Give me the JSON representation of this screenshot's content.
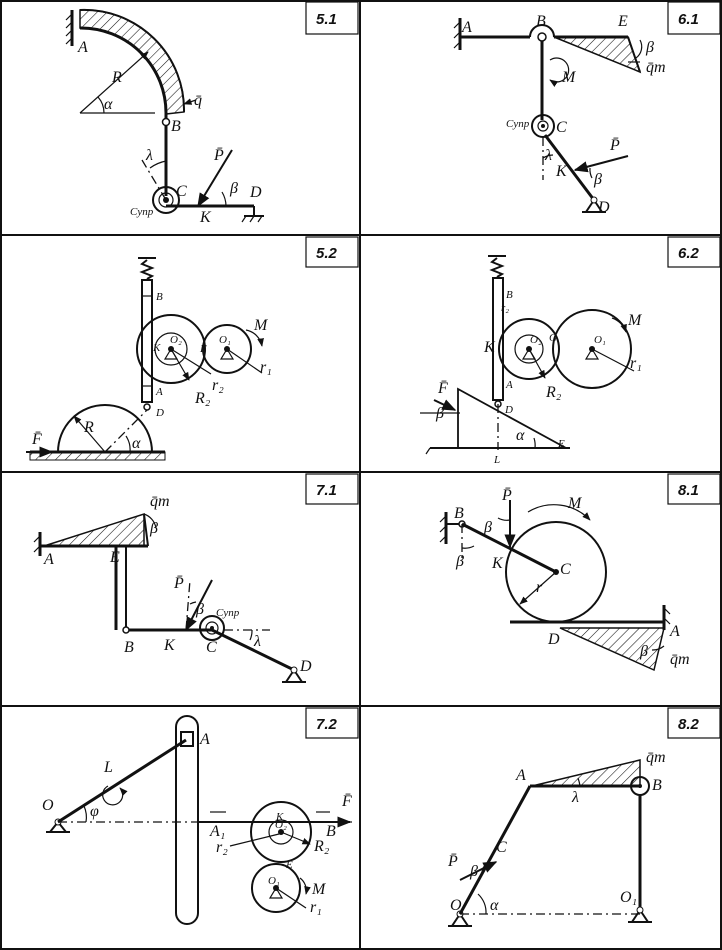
{
  "panels": [
    {
      "id": "5.1",
      "labels": {
        "A": "A",
        "B": "B",
        "C": "C",
        "D": "D",
        "K": "K",
        "R": "R",
        "alpha": "α",
        "lambda": "λ",
        "beta": "β",
        "q": "q̄",
        "P": "P̄",
        "Cupr": "Cупр"
      }
    },
    {
      "id": "6.1",
      "labels": {
        "A": "A",
        "B": "B",
        "E": "E",
        "C": "C",
        "D": "D",
        "K": "K",
        "M": "M",
        "P": "P̄",
        "beta": "β",
        "lambda": "λ",
        "qm": "q̄m",
        "Cupr": "Cупр"
      }
    },
    {
      "id": "5.2",
      "labels": {
        "B": "B",
        "E": "E",
        "K": "K",
        "A": "A",
        "D": "D",
        "O1": "O₁",
        "O2": "O₂",
        "M": "M",
        "r1": "r₁",
        "r2": "r₂",
        "R2": "R₂",
        "R": "R",
        "alpha": "α",
        "F": "F̄"
      }
    },
    {
      "id": "6.2",
      "labels": {
        "B": "B",
        "K": "K",
        "A": "A",
        "D": "D",
        "E": "E",
        "G": "G",
        "L": "L",
        "O1": "O₁",
        "O2": "O₂",
        "M": "M",
        "r1": "r₁",
        "r2": "r₂",
        "R2": "R₂",
        "F": "F̄",
        "beta": "β",
        "alpha": "α"
      }
    },
    {
      "id": "7.1",
      "labels": {
        "A": "A",
        "E": "E",
        "B": "B",
        "K": "K",
        "C": "C",
        "D": "D",
        "P": "P̄",
        "beta": "β",
        "beta2": "β",
        "lambda": "λ",
        "qm": "q̄m",
        "Cupr": "Cупр"
      }
    },
    {
      "id": "8.1",
      "labels": {
        "B": "B",
        "K": "K",
        "C": "C",
        "D": "D",
        "A": "A",
        "M": "M",
        "P": "P̄",
        "r": "r",
        "beta": "β",
        "beta2": "β",
        "beta3": "β",
        "qm": "q̄m"
      }
    },
    {
      "id": "7.2",
      "labels": {
        "O": "O",
        "A": "A",
        "A1": "A₁",
        "B": "B",
        "K": "K",
        "E": "E",
        "L": "L",
        "O1": "O₁",
        "O2": "O₂",
        "M": "M",
        "r1": "r₁",
        "r2": "r₂",
        "R2": "R₂",
        "F": "F̄",
        "phi": "φ"
      }
    },
    {
      "id": "8.2",
      "labels": {
        "O": "O",
        "O1": "O₁",
        "A": "A",
        "B": "B",
        "C": "C",
        "P": "P̄",
        "alpha": "α",
        "beta": "β",
        "lambda": "λ",
        "qm": "q̄m"
      }
    }
  ]
}
